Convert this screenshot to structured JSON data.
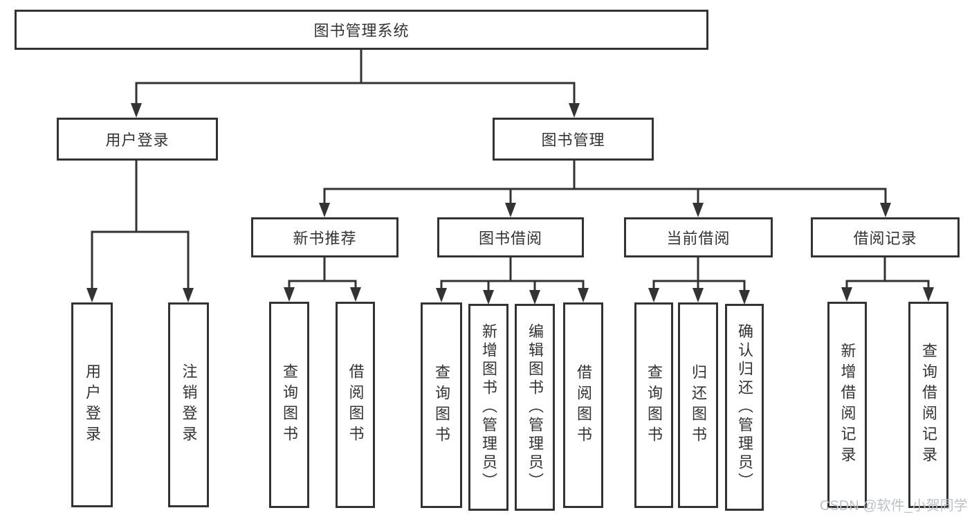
{
  "diagram": {
    "root": {
      "label": "图书管理系统"
    },
    "branches": [
      {
        "label": "用户登录",
        "children": [
          {
            "label": "用户登录"
          },
          {
            "label": "注销登录"
          }
        ]
      },
      {
        "label": "图书管理",
        "children": [
          {
            "label": "新书推荐",
            "children": [
              {
                "label": "查询图书"
              },
              {
                "label": "借阅图书"
              }
            ]
          },
          {
            "label": "图书借阅",
            "children": [
              {
                "label": "查询图书"
              },
              {
                "label": "新增图书（管理员）"
              },
              {
                "label": "编辑图书（管理员）"
              },
              {
                "label": "借阅图书"
              }
            ]
          },
          {
            "label": "当前借阅",
            "children": [
              {
                "label": "查询图书"
              },
              {
                "label": "归还图书"
              },
              {
                "label": "确认归还（管理员）"
              }
            ]
          },
          {
            "label": "借阅记录",
            "children": [
              {
                "label": "新增借阅记录"
              },
              {
                "label": "查询借阅记录"
              }
            ]
          }
        ]
      }
    ]
  },
  "watermark": {
    "text": "CSDN @软件_小贺同学"
  },
  "colors": {
    "line": "#333333",
    "text": "#333333",
    "background": "#ffffff",
    "watermark": "#bdc1c6"
  }
}
